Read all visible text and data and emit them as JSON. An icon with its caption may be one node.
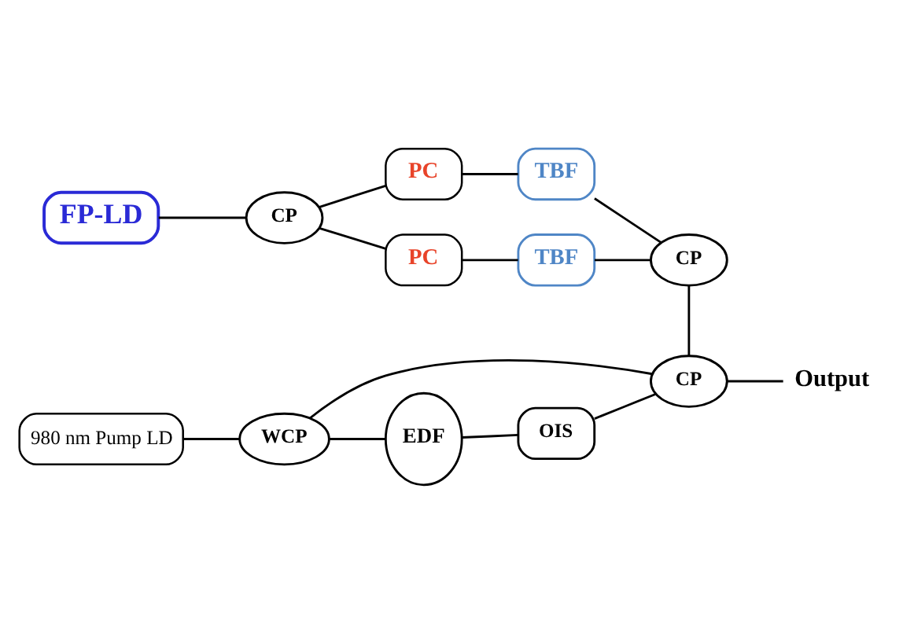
{
  "diagram": {
    "nodes": [
      {
        "text": [
          "FP-LD"
        ]
      },
      {
        "text": [
          "CP"
        ]
      },
      {
        "text": [
          "PC"
        ]
      },
      {
        "text": [
          "TBF"
        ]
      },
      {
        "text": [
          "PC"
        ]
      },
      {
        "text": [
          "TBF"
        ]
      },
      {
        "text": [
          "CP"
        ]
      },
      {
        "text": [
          "EDF"
        ]
      },
      {
        "text": [
          "CP"
        ]
      },
      {
        "text": [
          "Output"
        ]
      },
      {
        "text": [
          "WCP"
        ]
      },
      {
        "text": [
          "OIS"
        ]
      },
      {
        "text": [
          "980 nm Pump LD"
        ]
      }
    ],
    "edges": [
      {
        "from": 0,
        "to": 1,
        "arrow": "none"
      },
      {
        "from": 1,
        "to": 2,
        "arrow": "none"
      },
      {
        "from": 2,
        "to": 3,
        "arrow": "none"
      },
      {
        "from": 3,
        "to": 6,
        "arrow": "none"
      },
      {
        "from": 1,
        "to": 4,
        "arrow": "none"
      },
      {
        "from": 4,
        "to": 5,
        "arrow": "none"
      },
      {
        "from": 5,
        "to": 6,
        "arrow": "none"
      },
      {
        "from": 6,
        "to": 8,
        "arrow": "none"
      },
      {
        "from": 8,
        "to": 10,
        "arrow": "none"
      },
      {
        "from": 12,
        "to": 10,
        "arrow": "none"
      },
      {
        "from": 10,
        "to": 7,
        "arrow": "none"
      },
      {
        "from": 7,
        "to": 11,
        "arrow": "none"
      },
      {
        "from": 11,
        "to": 8,
        "arrow": "none"
      },
      {
        "from": 8,
        "to": 9,
        "arrow": "none"
      }
    ]
  }
}
